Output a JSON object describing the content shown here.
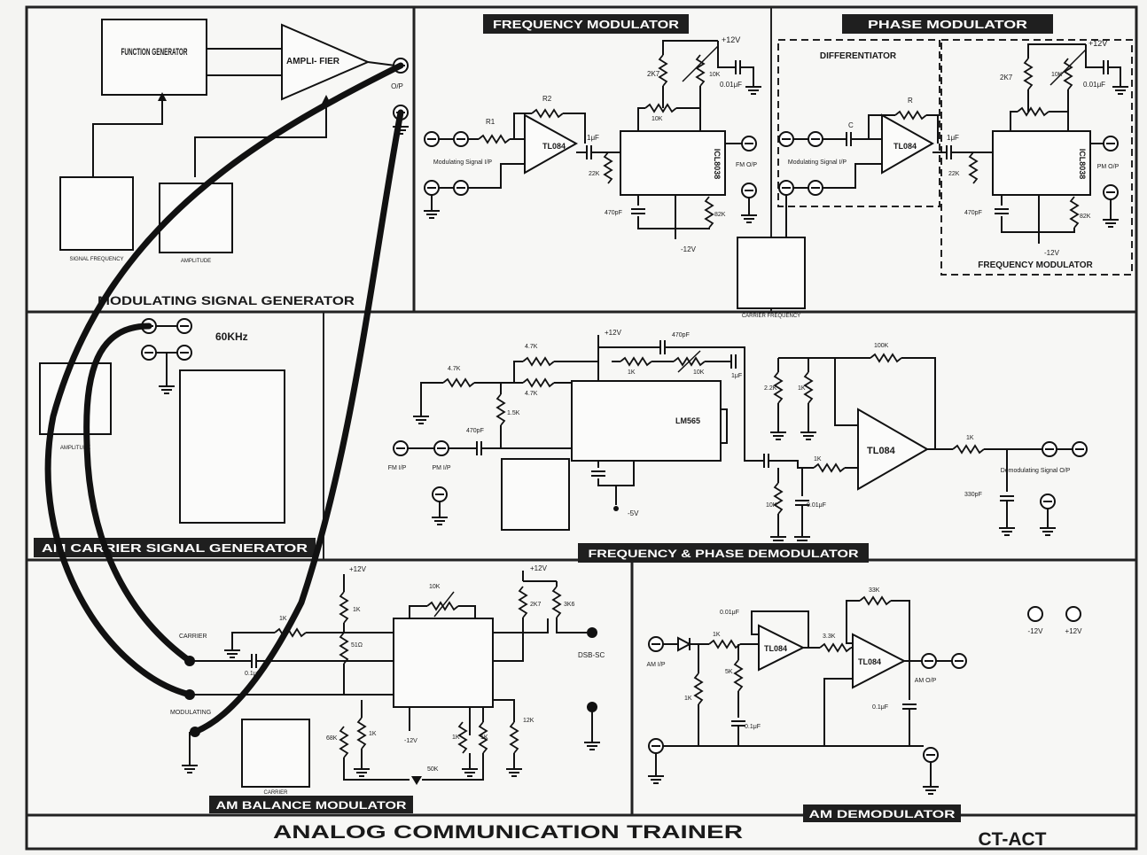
{
  "board": {
    "title": "ANALOG COMMUNICATION TRAINER",
    "model": "CT-ACT"
  },
  "modulating_signal_generator": {
    "heading": "MODULATING SIGNAL GENERATOR",
    "function_generator": "FUNCTION GENERATOR",
    "amplifier": "AMPLI- FIER",
    "signal_frequency": "SIGNAL FREQUENCY",
    "amplitude": "AMPLITUDE",
    "output": "O/P"
  },
  "frequency_modulator": {
    "banner": "FREQUENCY MODULATOR",
    "supply_pos": "+12V",
    "supply_neg": "-12V",
    "r1": "R1",
    "r2": "R2",
    "r_2k7": "2K7",
    "r_10k": "10K",
    "r_1k": "10K",
    "r_22k": "22K",
    "r_82k": "82K",
    "c_001": "0.01μF",
    "c_1u": "1μF",
    "c_470p": "470pF",
    "opamp": "TL084",
    "ic": "ICL8038",
    "input_label": "Modulating Signal I/P",
    "output_label": "FM O/P"
  },
  "phase_modulator": {
    "banner": "PHASE MODULATOR",
    "differentiator": "DIFFERENTIATOR",
    "inner_fm": "FREQUENCY MODULATOR",
    "c": "C",
    "r": "R",
    "r_2k7": "2K7",
    "r_10k": "10K",
    "r_22k": "22K",
    "r_82k": "82K",
    "c_001": "0.01μF",
    "c_1u": "1μF",
    "c_470p": "470pF",
    "opamp": "TL084",
    "ic": "ICL8038",
    "supply_pos": "+12V",
    "supply_neg": "-12V",
    "input_label": "Modulating Signal I/P",
    "output_label": "PM O/P",
    "carrier": "CARRIER FREQUENCY"
  },
  "am_carrier": {
    "heading": "AM CARRIER SIGNAL GENERATOR",
    "freq": "60KHz",
    "amplitude": "AMPLITUDE"
  },
  "fp_demodulator": {
    "banner": "FREQUENCY & PHASE DEMODULATOR",
    "supply_pos": "+12V",
    "supply_neg": "-5V",
    "r_4k7a": "4.7K",
    "r_4k7b": "4.7K",
    "r_4k7c": "4.7K",
    "r_1k5": "1.5K",
    "r_1k": "1K",
    "r_10k": "10K",
    "r_100k": "100K",
    "r_2k": "2.2K",
    "r_1ka": "1K",
    "r_10ka": "10K",
    "r_1kb": "1K",
    "c_470p": "470pF",
    "c_1u": "1μF",
    "c_330p": "330pF",
    "c_001": "0.01μF",
    "pll": "LM565",
    "opamp": "TL084",
    "fm_ip": "FM I/P",
    "pm_ip": "PM I/P",
    "output_label": "Demodulating Signal O/P"
  },
  "am_balance": {
    "banner": "AM BALANCE MODULATOR",
    "carrier": "CARRIER",
    "modulating": "MODULATING",
    "carrier_box": "CARRIER",
    "supply_pos1": "+12V",
    "supply_pos2": "+12V",
    "supply_neg": "-12V",
    "r_1k": "1K",
    "r_1ka": "1K",
    "r_51": "51Ω",
    "r_10k": "10K",
    "r_3k9": "3K9",
    "r_68k": "68K",
    "r_1kb": "1K",
    "r_1kc": "1K",
    "r_12k": "12K",
    "r_50k": "50K",
    "r_2k7": "2K7",
    "r_3k6": "3K6",
    "c_01": "0.1μF",
    "output": "DSB-SC"
  },
  "am_demodulator": {
    "banner": "AM DEMODULATOR",
    "r_1ka": "1K",
    "r_1kb": "1K",
    "r_3k3": "3.3K",
    "r_33k": "33K",
    "r_5k": "5K",
    "c_01": "0.1μF",
    "c_001": "0.01μF",
    "opamp1": "TL084",
    "opamp2": "TL084",
    "input": "AM I/P",
    "output": "AM O/P"
  },
  "power": {
    "neg": "-12V",
    "pos": "+12V"
  }
}
